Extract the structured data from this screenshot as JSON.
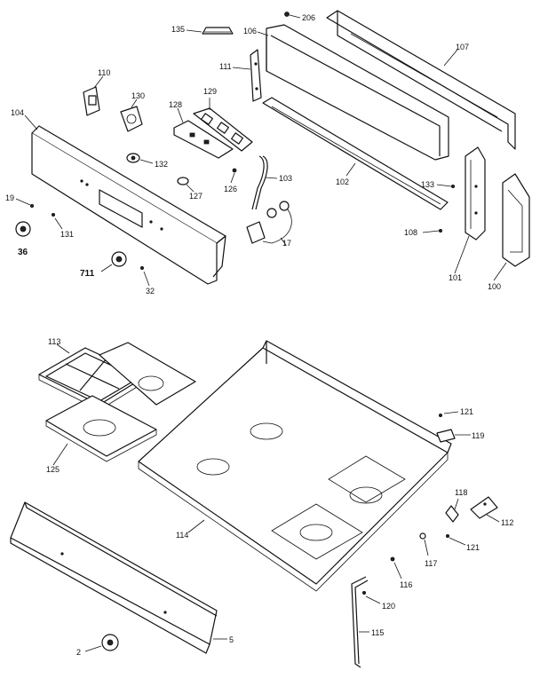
{
  "labels": {
    "l135": "135",
    "l206": "206",
    "l106": "106",
    "l107": "107",
    "l111": "111",
    "l110": "110",
    "l130": "130",
    "l129": "129",
    "l128": "128",
    "l104": "104",
    "l132": "132",
    "l127": "127",
    "l126": "126",
    "l103": "103",
    "l102": "102",
    "l133": "133",
    "l19": "19",
    "l131": "131",
    "l36": "36",
    "l711": "711",
    "l32": "32",
    "l17": "17",
    "l108": "108",
    "l101": "101",
    "l100": "100",
    "l113": "113",
    "l125": "125",
    "l114": "114",
    "l121a": "121",
    "l119": "119",
    "l118": "118",
    "l112": "112",
    "l117": "117",
    "l121b": "121",
    "l116": "116",
    "l120": "120",
    "l115": "115",
    "l2": "2",
    "l5": "5"
  }
}
